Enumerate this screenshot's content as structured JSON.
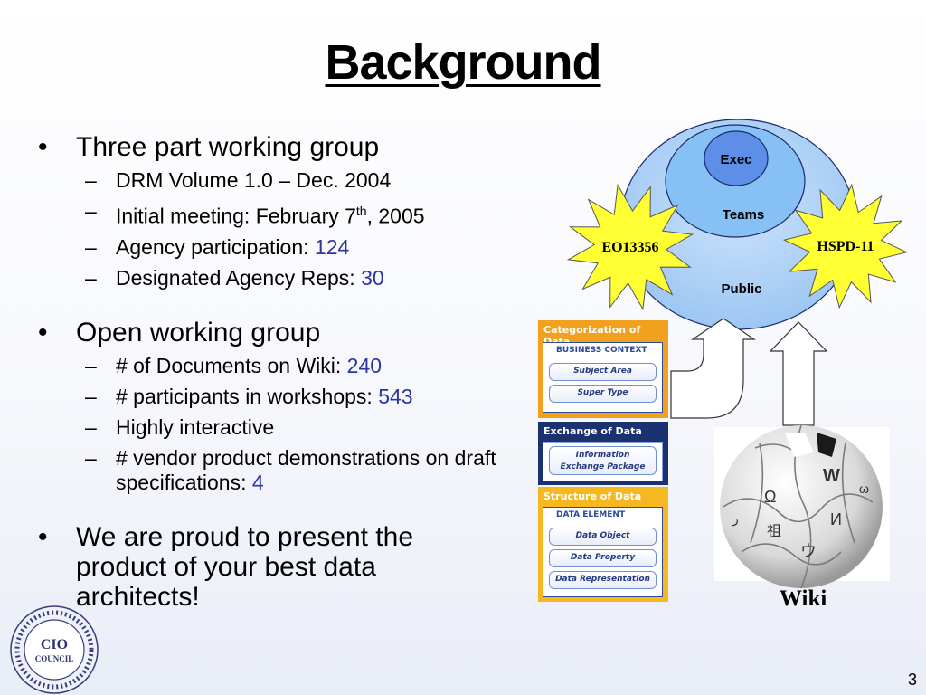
{
  "slide": {
    "title": "Background",
    "page_number": "3"
  },
  "bullets": [
    {
      "text": "Three part working group",
      "subs": [
        {
          "prefix": "DRM Volume 1.0 – Dec. 2004"
        },
        {
          "prefix": "Initial meeting: February 7",
          "sup": "th",
          "suffix": ", 2005"
        },
        {
          "prefix": "Agency participation: ",
          "value": "124"
        },
        {
          "prefix": "Designated Agency Reps: ",
          "value": "30"
        }
      ]
    },
    {
      "text": "Open working group",
      "subs": [
        {
          "prefix": "# of Documents on Wiki: ",
          "value": "240"
        },
        {
          "prefix": "# participants in workshops: ",
          "value": "543"
        },
        {
          "prefix": "Highly interactive"
        },
        {
          "prefix": "# vendor product demonstrations on draft specifications: ",
          "value": "4"
        }
      ]
    },
    {
      "text": "We are proud to present the product of your best data architects!"
    }
  ],
  "diagram": {
    "circle_labels": {
      "exec": "Exec",
      "teams": "Teams",
      "public": "Public"
    },
    "starburst_left": "EO13356",
    "starburst_right": "HSPD-11",
    "wiki_label": "Wiki",
    "colors": {
      "outer": "#a9cdf6",
      "middle": "#87bff2",
      "inner": "#5b8fe6",
      "star": "#ffff33",
      "highlight": "#2a36a0"
    }
  },
  "drm_stack": {
    "categorization": {
      "header": "Categorization of Data",
      "sub": "BUSINESS CONTEXT",
      "items": [
        "Subject Area",
        "Super Type"
      ]
    },
    "exchange": {
      "header": "Exchange of Data",
      "items": [
        "Information",
        "Exchange Package"
      ]
    },
    "structure": {
      "header": "Structure of Data",
      "sub": "DATA ELEMENT",
      "items": [
        "Data Object",
        "Data Property",
        "Data Representation"
      ]
    }
  },
  "logos": {
    "cio_text": [
      "CIO",
      "COUNCIL"
    ]
  }
}
